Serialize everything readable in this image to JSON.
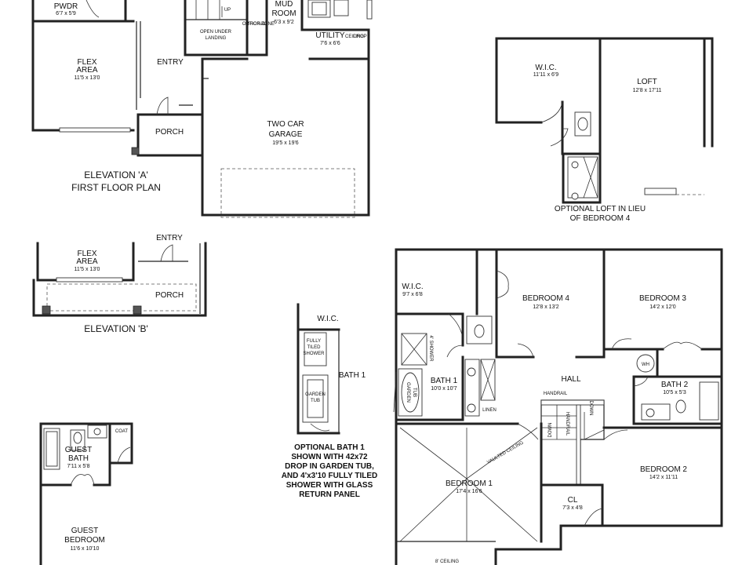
{
  "rooms": {
    "pwdr": {
      "name": "PWDR",
      "dim": "6'7 x 5'9"
    },
    "flex_a": {
      "name_line1": "FLEX",
      "name_line2": "AREA",
      "dim": "11'5 x 13'0"
    },
    "entry_a": {
      "name": "ENTRY"
    },
    "porch_a": {
      "name": "PORCH"
    },
    "open_under_landing": {
      "line1": "OPEN UNDER",
      "line2": "LANDING"
    },
    "up": {
      "name": "UP"
    },
    "drop_zone": {
      "line1": "OPTIONAL",
      "line2": "DROP ZONE"
    },
    "mud_room": {
      "name_line1": "MUD",
      "name_line2": "ROOM",
      "dim": "6'3 x 9'2"
    },
    "utility": {
      "name": "UTILITY",
      "dim": "7'6 x 6'6"
    },
    "ceiling_drop": {
      "line1": "CEILING",
      "line2": "DROP"
    },
    "garage": {
      "name_line1": "TWO CAR",
      "name_line2": "GARAGE",
      "dim": "19'5 x 19'6"
    },
    "flex_b": {
      "name_line1": "FLEX",
      "name_line2": "AREA",
      "dim": "11'5 x 13'0"
    },
    "entry_b": {
      "name": "ENTRY"
    },
    "porch_b": {
      "name": "PORCH"
    },
    "loft_wic": {
      "name": "W.I.C.",
      "dim": "11'11 x 6'9"
    },
    "loft": {
      "name": "LOFT",
      "dim": "12'8 x 17'11"
    },
    "wic_opt": {
      "name": "W.I.C."
    },
    "bath1_opt": {
      "name": "BATH 1"
    },
    "fully_tiled": {
      "line1": "FULLY",
      "line2": "TILED",
      "line3": "SHOWER"
    },
    "garden_tub_opt": {
      "line1": "GARDEN",
      "line2": "TUB"
    },
    "guest_bath": {
      "name_line1": "GUEST",
      "name_line2": "BATH",
      "dim": "7'11 x 5'8"
    },
    "coat": {
      "name": "COAT"
    },
    "guest_bedroom": {
      "name_line1": "GUEST",
      "name_line2": "BEDROOM",
      "dim": "11'6 x 10'10"
    },
    "wic2": {
      "name": "W.I.C.",
      "dim": "9'7 x 6'8"
    },
    "bedroom4": {
      "name": "BEDROOM 4",
      "dim": "12'8 x 13'2"
    },
    "bedroom3": {
      "name": "BEDROOM 3",
      "dim": "14'2 x 12'0"
    },
    "bath1": {
      "name": "BATH 1",
      "dim": "10'0 x 10'7"
    },
    "shower": {
      "name": "4' SHOWER"
    },
    "garden_tub": {
      "line1": "GARDEN",
      "line2": "TUB"
    },
    "linen": {
      "name": "LINEN"
    },
    "hall": {
      "name": "HALL"
    },
    "handrail_top": {
      "name": "HANDRAIL"
    },
    "handrail_side": {
      "name": "HANDRAIL"
    },
    "down1": {
      "name": "DOWN"
    },
    "down2": {
      "name": "DOWN"
    },
    "wh": {
      "name": "WH"
    },
    "bath2": {
      "name": "BATH 2",
      "dim": "10'5 x 5'3"
    },
    "bedroom1": {
      "name": "BEDROOM 1",
      "dim": "17'4 x 16'6"
    },
    "vaulted": {
      "name": "VAULTED CEILING"
    },
    "eight_ceiling": {
      "name": "8' CEILING"
    },
    "cl": {
      "name": "CL",
      "dim": "7'3 x 4'8"
    },
    "bedroom2": {
      "name": "BEDROOM 2",
      "dim": "14'2 x 11'11"
    }
  },
  "labels": {
    "elev_a_line1": "ELEVATION 'A'",
    "elev_a_line2": "FIRST FLOOR PLAN",
    "elev_b": "ELEVATION 'B'",
    "loft_note_line1": "OPTIONAL LOFT IN LIEU",
    "loft_note_line2": "OF BEDROOM 4",
    "bath_note": [
      "OPTIONAL BATH 1",
      "SHOWN WITH 42x72",
      "DROP IN GARDEN TUB,",
      "AND 4'x3'10 FULLY TILED",
      "SHOWER WITH GLASS",
      "RETURN PANEL"
    ]
  }
}
